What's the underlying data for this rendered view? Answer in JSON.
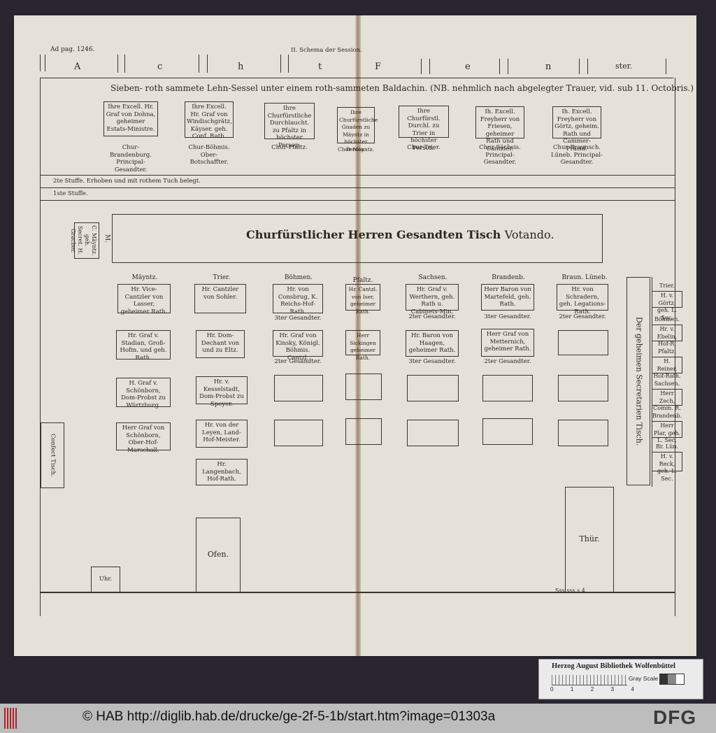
{
  "page": {
    "ref": "Ad pag. 1246.",
    "schema_title": "II. Schema der Session.",
    "wall_letters": [
      "A",
      "c",
      "h",
      "t",
      "F",
      "e",
      "n",
      "ster."
    ],
    "canopy_caption": "Sieben- roth sammete Lehn-Sessel unter einem roth-sammeten Baldachin. (NB. nehmlich nach abgelegter Trauer, vid. sub 11. Octobris.)",
    "chairs": [
      {
        "text": "Ihre Excell. Hr. Graf von Dohna, geheimer Estats-Ministre.",
        "label": "Chur-Brandenburg. Principal-Gesandter."
      },
      {
        "text": "Ihre Excell. Hr. Graf von Windischgrätz, Käyser. geh. Conf. Rath.",
        "label": "Chur-Böhmis. Ober-Botschaffter."
      },
      {
        "text": "Ihre Churfürstliche Durchlaucht. zu Pfaltz in höchster Person.",
        "label": "Chur-Pfaltz."
      },
      {
        "text": "Ihre Churfürstliche Gnaden zu Mäyntz in höchster Person.",
        "label": "Chur-Mäyntz."
      },
      {
        "text": "Ihre Churfürstl. Durchl. zu Trier in höchster Person.",
        "label": "Chur-Trier."
      },
      {
        "text": "Ih. Excell. Freyherr von Friesen, geheimer Rath und Cantzler.",
        "label": "Chur-Sächsis. Principal-Gesandter."
      },
      {
        "text": "Ih. Excell. Freyherr von Görtz, geheim. Rath und Cammer-Präsid.",
        "label": "Chur-Braunsch. Lüneb. Principal-Gesandter."
      }
    ],
    "step2": "2te Stuffe. Erhoben und mit rothem Tuch belegt.",
    "step1": "1ste Stuffe.",
    "table_title": "Churfürstlicher Herren Gesandten Tisch",
    "table_title_suffix": "Votando.",
    "side_box": "C. Mäyntz. geh. Secret. H. Gracher.",
    "side_mark": "M.",
    "columns": [
      {
        "name": "Mäyntz.",
        "rows": [
          "Hr. Vice-Cantzler von Lasser, geheimer Rath.",
          "Hr. Graf v. Stadian, Groß-Hofm. und geh. Rath.",
          "H. Graf v. Schönborn, Dom-Probst zu Würtzburg.",
          "Herr Graf von Schönborn, Ober-Hof-Marschall."
        ],
        "notes": [
          "",
          "",
          "",
          ""
        ]
      },
      {
        "name": "Trier.",
        "rows": [
          "Hr. Cantzler von Sohler.",
          "Hr. Dom-Dechant von und zu Eltz.",
          "Hr. v. Kesselstadt, Dom-Probst zu Speyer.",
          "Hr. von der Leyen, Land-Hof-Meister.",
          "Hr. Langenbach, Hof-Rath."
        ],
        "notes": [
          "",
          "",
          "",
          "",
          ""
        ]
      },
      {
        "name": "Böhmen.",
        "rows": [
          "Hr. von Consbrug, K. Reichs-Hof-Rath.",
          "Hr. Graf von Kinsky, Königl. Böhmis. Cantzl.",
          "",
          ""
        ],
        "notes": [
          "3ter Gesandter.",
          "2ter Gesandter.",
          "",
          ""
        ]
      },
      {
        "name": "Pfaltz.",
        "rows": [
          "Hr. Cantzl. von Iser, geheimer Rath.",
          "Herr Sickingen geheimer Rath.",
          "",
          ""
        ],
        "notes": [
          "",
          "",
          "",
          ""
        ]
      },
      {
        "name": "Sachsen.",
        "rows": [
          "Hr. Graf v. Werthern, geh. Rath u. Cabinets-Min.",
          "Hr. Baron von Haagen, geheimer Rath.",
          "",
          ""
        ],
        "notes": [
          "2ter Gesandter.",
          "3ter Gesandter.",
          "",
          ""
        ]
      },
      {
        "name": "Brandenb.",
        "rows": [
          "Herr Baron von Martefeld, geh. Rath.",
          "Herr Graf von Metternich, geheimer Rath.",
          "",
          ""
        ],
        "notes": [
          "3ter Gesandter.",
          "2ter Gesandter.",
          "",
          ""
        ]
      },
      {
        "name": "Braun. Lüneb.",
        "rows": [
          "Hr. von Schradern, geh. Legations-Rath.",
          "",
          "",
          ""
        ],
        "notes": [
          "2ter Gesandter.",
          "",
          "",
          ""
        ]
      }
    ],
    "secretaries_table": "Der geheimen Secretarien Tisch.",
    "secretaries": [
      {
        "state": "Trier.",
        "name": "H. v. Görtz, geh. L. Sec."
      },
      {
        "state": "Böhmen.",
        "name": "Hr. v. Ebelin, Hof-R."
      },
      {
        "state": "Pfaltz.",
        "name": "H. Reiner, Hof-Rath."
      },
      {
        "state": "Sachsen.",
        "name": "Herr Zech, Comm. R."
      },
      {
        "state": "Brandenb.",
        "name": "Herr Plar, geh. L. Sec."
      },
      {
        "state": "Br. Lün.",
        "name": "H. v. Reck, geh. L. Sec."
      }
    ],
    "confect": "Confect Tisch.",
    "clock": "Uhr.",
    "stove": "Ofen.",
    "door": "Thür.",
    "signature": "Sss sss s 4"
  },
  "hab_card": {
    "title": "Herzog August Bibliothek Wolfenbüttel",
    "scale_label": "Gray Scale",
    "ticks": [
      "0",
      "1",
      "2",
      "3",
      "4"
    ]
  },
  "footer": {
    "copyright": "© HAB http://diglib.hab.de/drucke/ge-2f-5-1b/start.htm?image=01303a",
    "logo_right": "DFG",
    "logo_left_color": "#b0202a"
  }
}
